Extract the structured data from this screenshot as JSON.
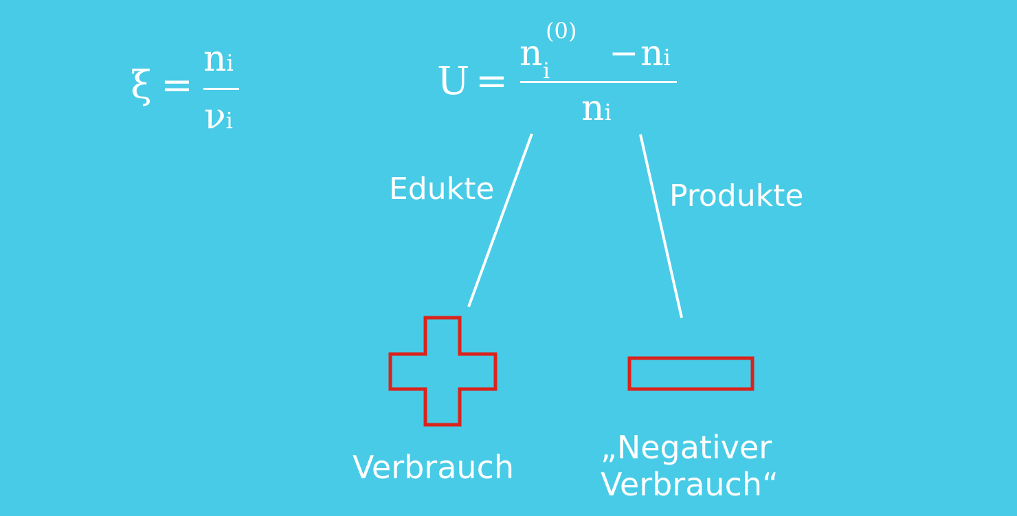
{
  "formula_xi": {
    "lhs": "ξ",
    "eq": "=",
    "num": "n",
    "num_sub": "i",
    "den": "ν",
    "den_sub": "i"
  },
  "formula_u": {
    "lhs": "U",
    "eq": "=",
    "num_a": "n",
    "num_a_sub": "i",
    "num_a_sup": "(0)",
    "minus": "−",
    "num_b": "n",
    "num_b_sub": "i",
    "den": "n",
    "den_sub": "i"
  },
  "branches": {
    "left_label": "Edukte",
    "right_label": "Produkte"
  },
  "outcomes": {
    "left": "Verbrauch",
    "right_line1": "„Negativer",
    "right_line2": "Verbrauch“"
  },
  "colors": {
    "background": "#48cbe6",
    "text": "#ffffff",
    "symbol_stroke": "#d9231c"
  },
  "icons": {
    "left": "plus-icon",
    "right": "minus-icon"
  }
}
